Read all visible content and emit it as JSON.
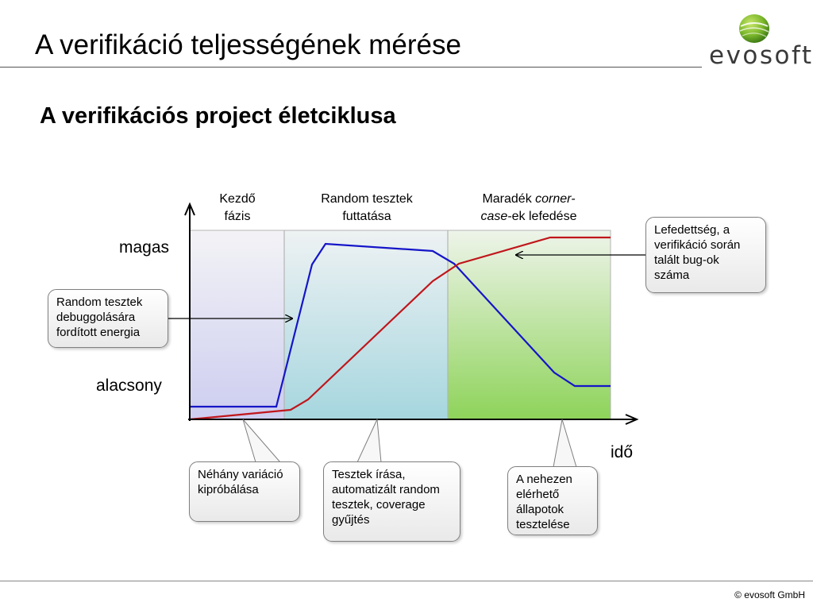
{
  "slide": {
    "title": "A verifikáció teljességének mérése",
    "subtitle": "A verifikációs project életciklusa",
    "logo": "evosoft",
    "footer": "© evosoft GmbH"
  },
  "diagram": {
    "phases": [
      {
        "line1": "Kezdő",
        "line2": "fázis"
      },
      {
        "line1": "Random tesztek",
        "line2": "futtatása"
      },
      {
        "line1_plain": "Maradék ",
        "line1_italic": "corner-",
        "line2_italic": "case",
        "line2_plain": "-ek lefedése"
      }
    ],
    "y_high": "magas",
    "y_low": "alacsony",
    "x_label": "idő"
  },
  "callouts": {
    "coverage": "Lefedettség, a verifikáció során talált bug-ok száma",
    "energy": "Random tesztek debuggolására fordított energia",
    "variations": "Néhány variáció kipróbálása",
    "writing": "Tesztek írása, automatizált random tesztek, coverage gyűjtés",
    "hard": "A nehezen elérhető állapotok tesztelése"
  },
  "colors": {
    "energy_line": "#1515c8",
    "coverage_line": "#c0161b",
    "phase1_fill": "#cdcdf0",
    "phase2_fill": "#a6d6df",
    "phase3_fill": "#8ed35a"
  }
}
